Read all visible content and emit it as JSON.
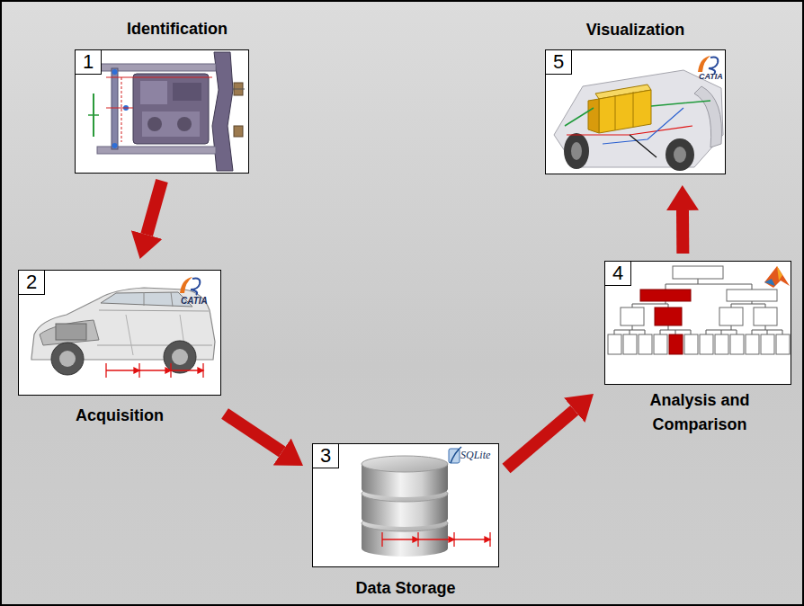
{
  "diagram": {
    "nodes": [
      {
        "text": [
          "Identification"
        ]
      },
      {
        "text": [
          "1"
        ],
        "in": 0
      },
      {
        "text": [
          "Acquisition"
        ]
      },
      {
        "text": [
          "2"
        ],
        "in": 2
      },
      {
        "text": [
          "Data Storage"
        ]
      },
      {
        "text": [
          "3"
        ],
        "in": 4
      },
      {
        "text": [
          "Analysis and Comparison"
        ]
      },
      {
        "text": [
          "4"
        ],
        "in": 6
      },
      {
        "text": [
          "Visualization"
        ]
      },
      {
        "text": [
          "5"
        ],
        "in": 8
      }
    ],
    "edges": [
      {
        "from": 0,
        "to": 2,
        "arrow": "to"
      },
      {
        "from": 2,
        "to": 4,
        "arrow": "to"
      },
      {
        "from": 4,
        "to": 6,
        "arrow": "to"
      },
      {
        "from": 6,
        "to": 8,
        "arrow": "to"
      }
    ],
    "labels": [
      "CATIA",
      "SQLite",
      "CATIA"
    ]
  }
}
